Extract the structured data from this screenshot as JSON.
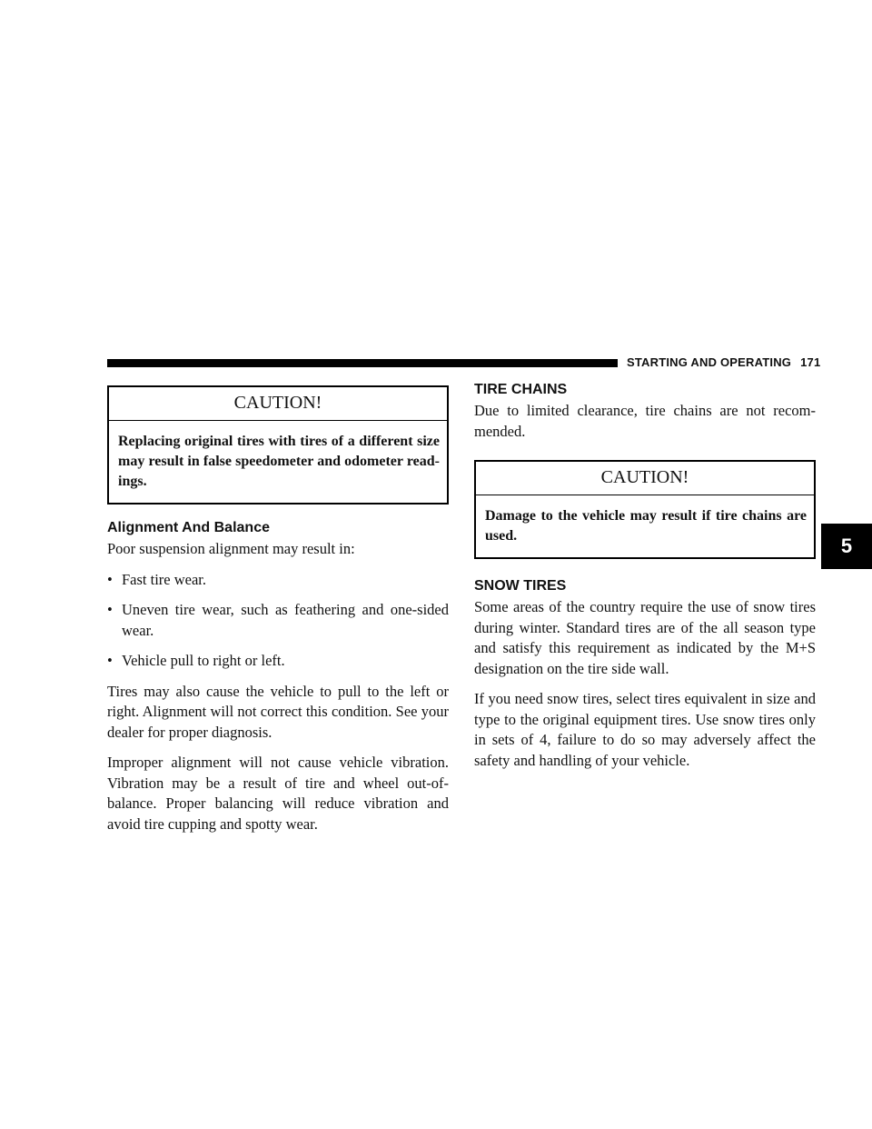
{
  "header": {
    "title": "STARTING AND OPERATING",
    "page_number": "171"
  },
  "chapter_tab": "5",
  "left_column": {
    "caution": {
      "title": "CAUTION!",
      "body": "Replacing original tires with tires of a different size may result in false speedometer and odometer read-ings."
    },
    "alignment": {
      "heading": "Alignment And Balance",
      "intro": "Poor suspension alignment may result in:",
      "bullets": [
        "Fast tire wear.",
        "Uneven tire wear, such as feathering and one-sided wear.",
        "Vehicle pull to right or left."
      ],
      "para1": "Tires may also cause the vehicle to pull to the left or right. Alignment will not correct this condition. See your dealer for proper diagnosis.",
      "para2": "Improper alignment will not cause vehicle vibration. Vibration may be a result of tire and wheel out-of-balance. Proper balancing will reduce vibration and avoid tire cupping and spotty wear."
    }
  },
  "right_column": {
    "tire_chains": {
      "heading": "TIRE CHAINS",
      "body": "Due to limited clearance, tire chains are not recom-mended."
    },
    "caution": {
      "title": "CAUTION!",
      "body": "Damage to the vehicle may result if tire chains are used."
    },
    "snow_tires": {
      "heading": "SNOW TIRES",
      "para1": "Some areas of the country require the use of snow tires during winter. Standard tires are of the all season type and satisfy this requirement as indicated by the M+S designation on the tire side wall.",
      "para2": "If you need snow tires, select tires equivalent in size and type to the original equipment tires. Use snow tires only in sets of 4, failure to do so may adversely affect the safety and handling of your vehicle."
    }
  }
}
